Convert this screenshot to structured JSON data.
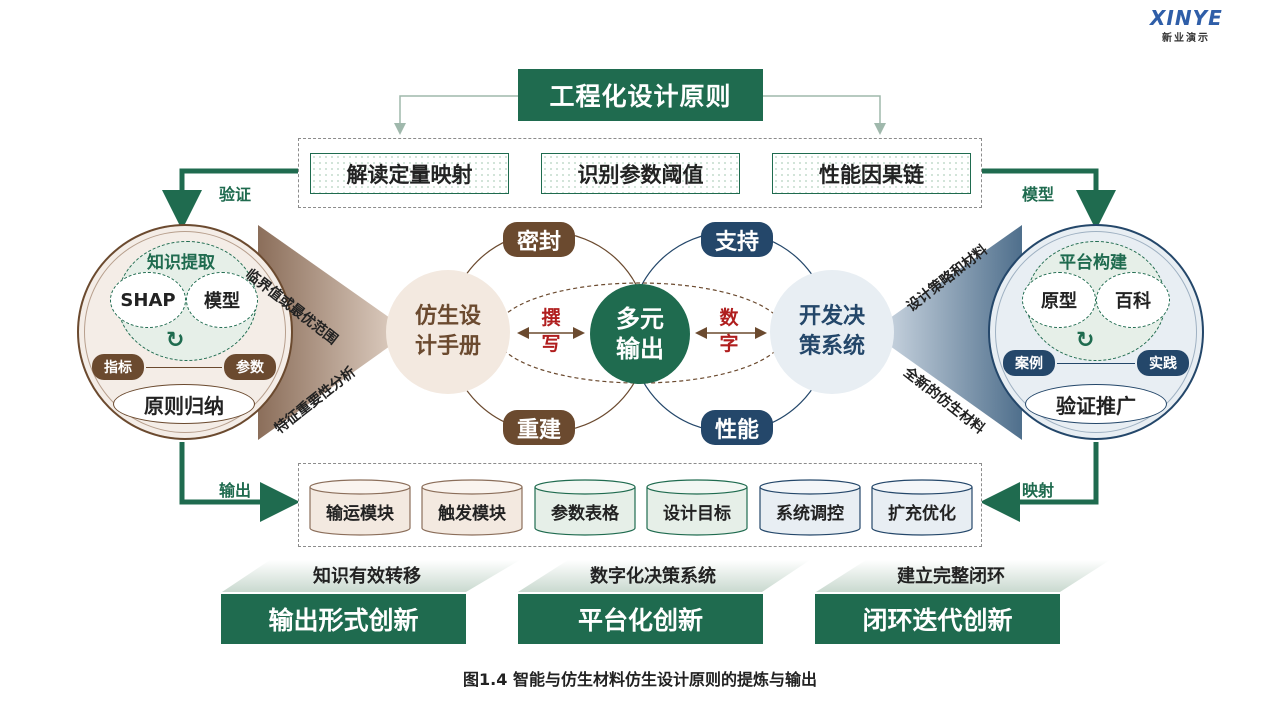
{
  "logo": {
    "brand": "XINYE",
    "sub": "新业演示"
  },
  "title": "工程化设计原则",
  "principles": [
    "解读定量映射",
    "识别参数阈值",
    "性能因果链"
  ],
  "arrows": {
    "verify": "验证",
    "model": "模型",
    "output": "输出",
    "mapping": "映射"
  },
  "left_circle": {
    "top": "知识提取",
    "items": [
      "SHAP",
      "模型"
    ],
    "pills": [
      "指标",
      "参数"
    ],
    "bottom": "原则归纳"
  },
  "right_circle": {
    "top": "平台构建",
    "items": [
      "原型",
      "百科"
    ],
    "pills": [
      "案例",
      "实践"
    ],
    "bottom": "验证推广"
  },
  "left_funnel": {
    "upper": "临界值或最优范围",
    "lower": "特征重要性分析"
  },
  "right_funnel": {
    "upper": "设计策略和材料",
    "lower": "全新的仿生材料"
  },
  "left_node": "仿生设计手册",
  "right_node": "开发决策系统",
  "center_node": "多元输出",
  "left_inner": "撰写",
  "right_inner": "数字",
  "left_pills": [
    "密封",
    "重建"
  ],
  "right_pills": [
    "支持",
    "性能"
  ],
  "modules": [
    "输运模块",
    "触发模块",
    "参数表格",
    "设计目标",
    "系统调控",
    "扩充优化"
  ],
  "innovations": [
    {
      "sub": "知识有效转移",
      "label": "输出形式创新"
    },
    {
      "sub": "数字化决策系统",
      "label": "平台化创新"
    },
    {
      "sub": "建立完整闭环",
      "label": "闭环迭代创新"
    }
  ],
  "caption": "图1.4 智能与仿生材料仿生设计原则的提炼与输出",
  "colors": {
    "green": "#1f6b4f",
    "brown": "#6b4a2f",
    "navy": "#24476a",
    "beige": "#f3e9e0",
    "lightblue": "#e8eef3"
  }
}
